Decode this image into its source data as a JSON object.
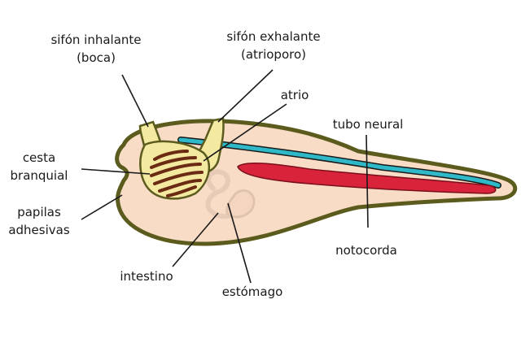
{
  "labels": {
    "inhalant_1": "sifón inhalante",
    "inhalant_2": "(boca)",
    "exhalant_1": "sifón exhalante",
    "exhalant_2": "(atrioporo)",
    "atrium": "atrio",
    "neural_tube": "tubo neural",
    "basket_1": "cesta",
    "basket_2": "branquial",
    "papillae_1": "papilas",
    "papillae_2": "adhesivas",
    "notochord": "notocorda",
    "intestine": "intestino",
    "stomach": "estómago"
  },
  "colors": {
    "outline": "#5b5b1e",
    "body": "#f8dcc6",
    "siphon": "#f3e9a0",
    "gill_slits": "#6b2a12",
    "neural_tube": "#2fb9c8",
    "notochord": "#d8233a"
  }
}
